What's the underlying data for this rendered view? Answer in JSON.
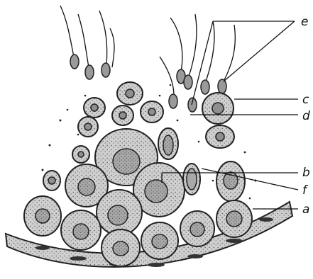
{
  "figure": {
    "labels": {
      "a": "a",
      "b": "b",
      "c": "c",
      "d": "d",
      "e": "e",
      "f": "f"
    }
  },
  "colors": {
    "ink": "#111111",
    "cell_fill": "#bdbdbd",
    "nucleus_fill": "#8f8f8f",
    "membrane_fill": "#d9d9d9"
  }
}
